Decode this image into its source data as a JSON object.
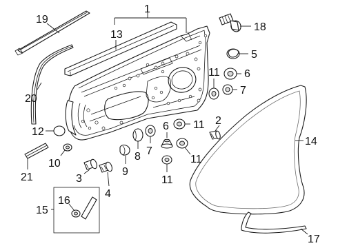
{
  "callouts": {
    "c1": "1",
    "c2": "2",
    "c3": "3",
    "c4": "4",
    "c5": "5",
    "c6a": "6",
    "c6b": "6",
    "c7a": "7",
    "c7b": "7",
    "c8": "8",
    "c9": "9",
    "c10": "10",
    "c11a": "11",
    "c11b": "11",
    "c11c": "11",
    "c11d": "11",
    "c12": "12",
    "c13": "13",
    "c14": "14",
    "c15": "15",
    "c16": "16",
    "c17": "17",
    "c18": "18",
    "c19": "19",
    "c20": "20",
    "c21": "21"
  }
}
